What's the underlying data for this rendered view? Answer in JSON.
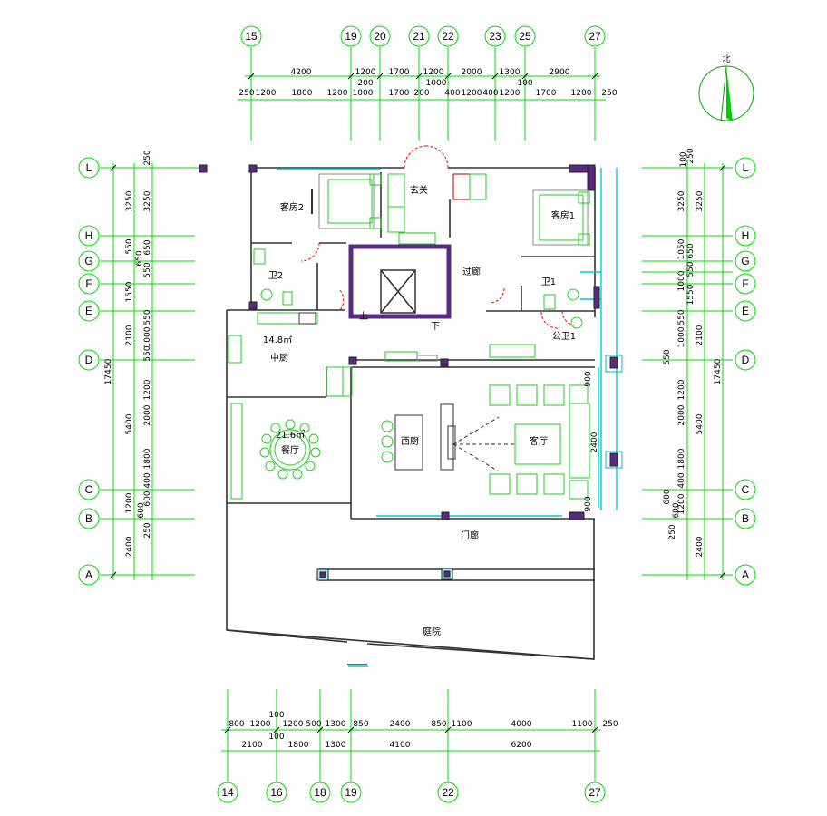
{
  "grid_top": [
    "15",
    "19",
    "20",
    "21",
    "22",
    "23",
    "25",
    "27"
  ],
  "grid_bottom": [
    "14",
    "16",
    "18",
    "19",
    "22",
    "27"
  ],
  "grid_left": [
    "L",
    "H",
    "G",
    "F",
    "E",
    "D",
    "C",
    "B",
    "A"
  ],
  "grid_right": [
    "L",
    "H",
    "G",
    "F",
    "E",
    "D",
    "C",
    "B",
    "A"
  ],
  "dims_top_row1": [
    "4200",
    "1200",
    "1700",
    "1200",
    "2000",
    "1300",
    "2900"
  ],
  "dims_top_row1_sub": [
    "200",
    "1000",
    "100"
  ],
  "dims_top_row2": [
    "250",
    "1200",
    "1800",
    "1200",
    "1000",
    "1700",
    "200",
    "400",
    "1200",
    "400",
    "1200",
    "1700",
    "1200",
    "250"
  ],
  "dims_bottom_row1": [
    "800",
    "1200",
    "1200",
    "500",
    "1300",
    "850",
    "2400",
    "850",
    "1100",
    "4000",
    "1100",
    "250"
  ],
  "dims_bottom_row1_sub": [
    "100",
    "100"
  ],
  "dims_bottom_row2": [
    "2100",
    "1800",
    "1300",
    "4100",
    "6200"
  ],
  "dims_left_outer": [
    "3250",
    "2100",
    "5400",
    "2400"
  ],
  "dims_left_inner": [
    "250",
    "3250",
    "650",
    "550",
    "1550",
    "550",
    "1000",
    "550",
    "1200",
    "2000",
    "1800",
    "400",
    "600",
    "1200",
    "600",
    "250"
  ],
  "dims_left_total": "17450",
  "dims_left_extra": [
    "550",
    "650",
    "1550",
    "550",
    "1000"
  ],
  "dims_right_outer": [
    "3250",
    "2100",
    "5400",
    "2400"
  ],
  "dims_right_inner": [
    "100",
    "250",
    "3250",
    "1050",
    "650",
    "550",
    "1550",
    "1000",
    "550",
    "550",
    "1000",
    "1200",
    "2000",
    "1800",
    "400",
    "600",
    "1200",
    "600",
    "250"
  ],
  "dims_right_total": "17450",
  "rooms": {
    "guest2": "客房2",
    "foyer": "玄关",
    "guest1": "客房1",
    "bath2": "卫2",
    "corridor": "过廊",
    "bath1": "卫1",
    "public_bath": "公卫1",
    "up": "上",
    "down": "下",
    "kitchen_area": "14.8㎡",
    "kitchen": "中厨",
    "dining_area": "21.6㎡",
    "dining": "餐厅",
    "western_kitchen": "西厨",
    "living": "客厅",
    "porch": "门廊",
    "courtyard": "庭院"
  },
  "interior_dims": [
    "900",
    "2400",
    "900"
  ],
  "north_label": "北",
  "colors": {
    "grid_line": "#00dd00",
    "wall": "#333333",
    "column": "#5a2a82",
    "furniture": "#22cc22",
    "glass": "#00cccc",
    "door": "#ff0000"
  }
}
